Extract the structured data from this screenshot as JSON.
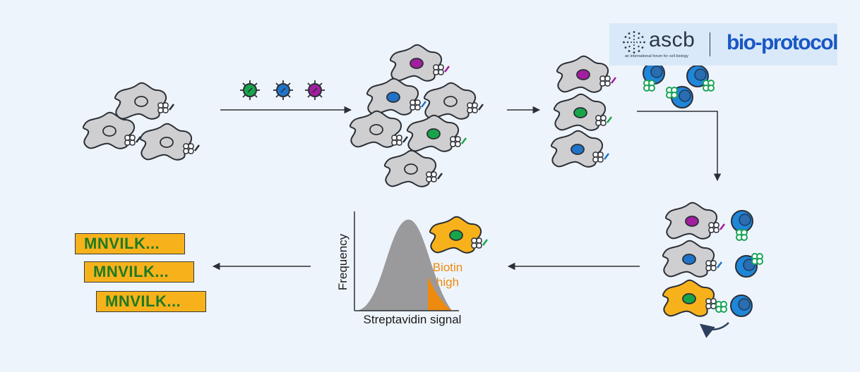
{
  "logos": {
    "ascb_name": "ascb",
    "ascb_tagline": "an international forum for cell biology",
    "bioprotocol_name": "bio-protocol"
  },
  "sequences": {
    "items": [
      "MNVILK...",
      "MNVILK...",
      "MNVILK..."
    ]
  },
  "chart": {
    "ylabel": "Frequency",
    "xlabel": "Streptavidin signal",
    "highlight_line1": "Biotin",
    "highlight_line2": "high"
  },
  "colors": {
    "background": "#eef4fb",
    "cell_gray": "#cfcfd1",
    "cell_outline": "#2b2f36",
    "nucleus_green": "#18a54a",
    "nucleus_blue": "#1f74c9",
    "nucleus_magenta": "#a21d9f",
    "selected_cell": "#f7b21b",
    "t_cell": "#1f86d8",
    "antigen_green": "#1aa45a",
    "distribution_gray": "#9a9a9c",
    "tail_orange": "#ee8a10",
    "highlight_text": "#ee8a10",
    "sequence_text": "#1f7a22"
  },
  "icons": {
    "virus": "virus-icon",
    "cell": "cell-icon",
    "receptor": "receptor-icon",
    "t_cell": "t-cell-icon"
  }
}
